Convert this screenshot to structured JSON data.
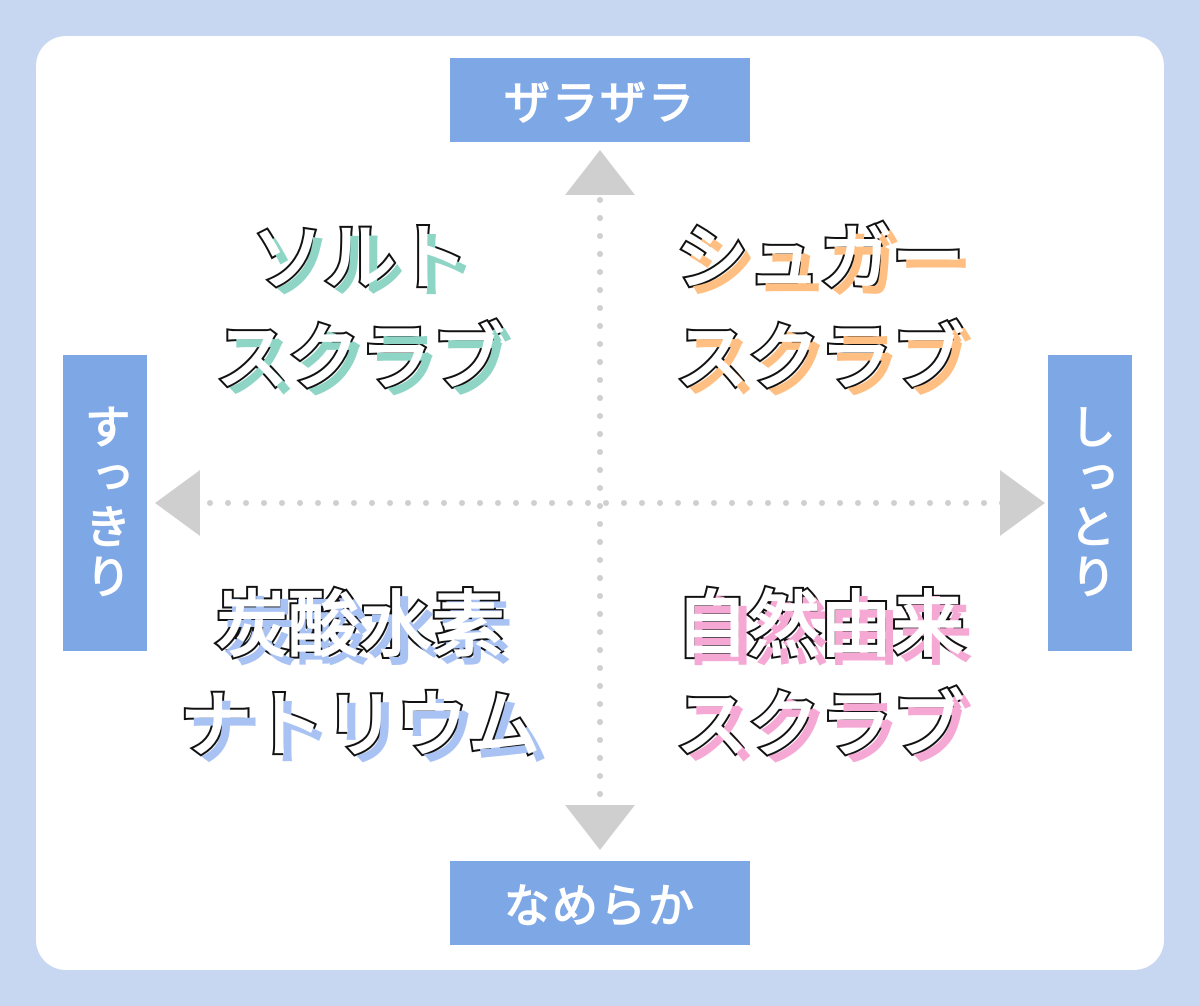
{
  "axis_labels": {
    "top": "ザラザラ",
    "bottom": "なめらか",
    "left": "すっきり",
    "right": "しっとり"
  },
  "quadrants": {
    "top_left": {
      "line1": "ソルト",
      "line2": "スクラブ",
      "shadow_color": "#8fd5c6"
    },
    "top_right": {
      "line1": "シュガー",
      "line2": "スクラブ",
      "shadow_color": "#ffbf82"
    },
    "bottom_left": {
      "line1": "炭酸水素",
      "line2": "ナトリウム",
      "shadow_color": "#a9c2f4"
    },
    "bottom_right": {
      "line1": "自然由来",
      "line2": "スクラブ",
      "shadow_color": "#f5a8d4"
    }
  },
  "colors": {
    "background": "#c7d6f1",
    "label_fill": "#7ea7e5",
    "axis": "#cfcfcf"
  }
}
